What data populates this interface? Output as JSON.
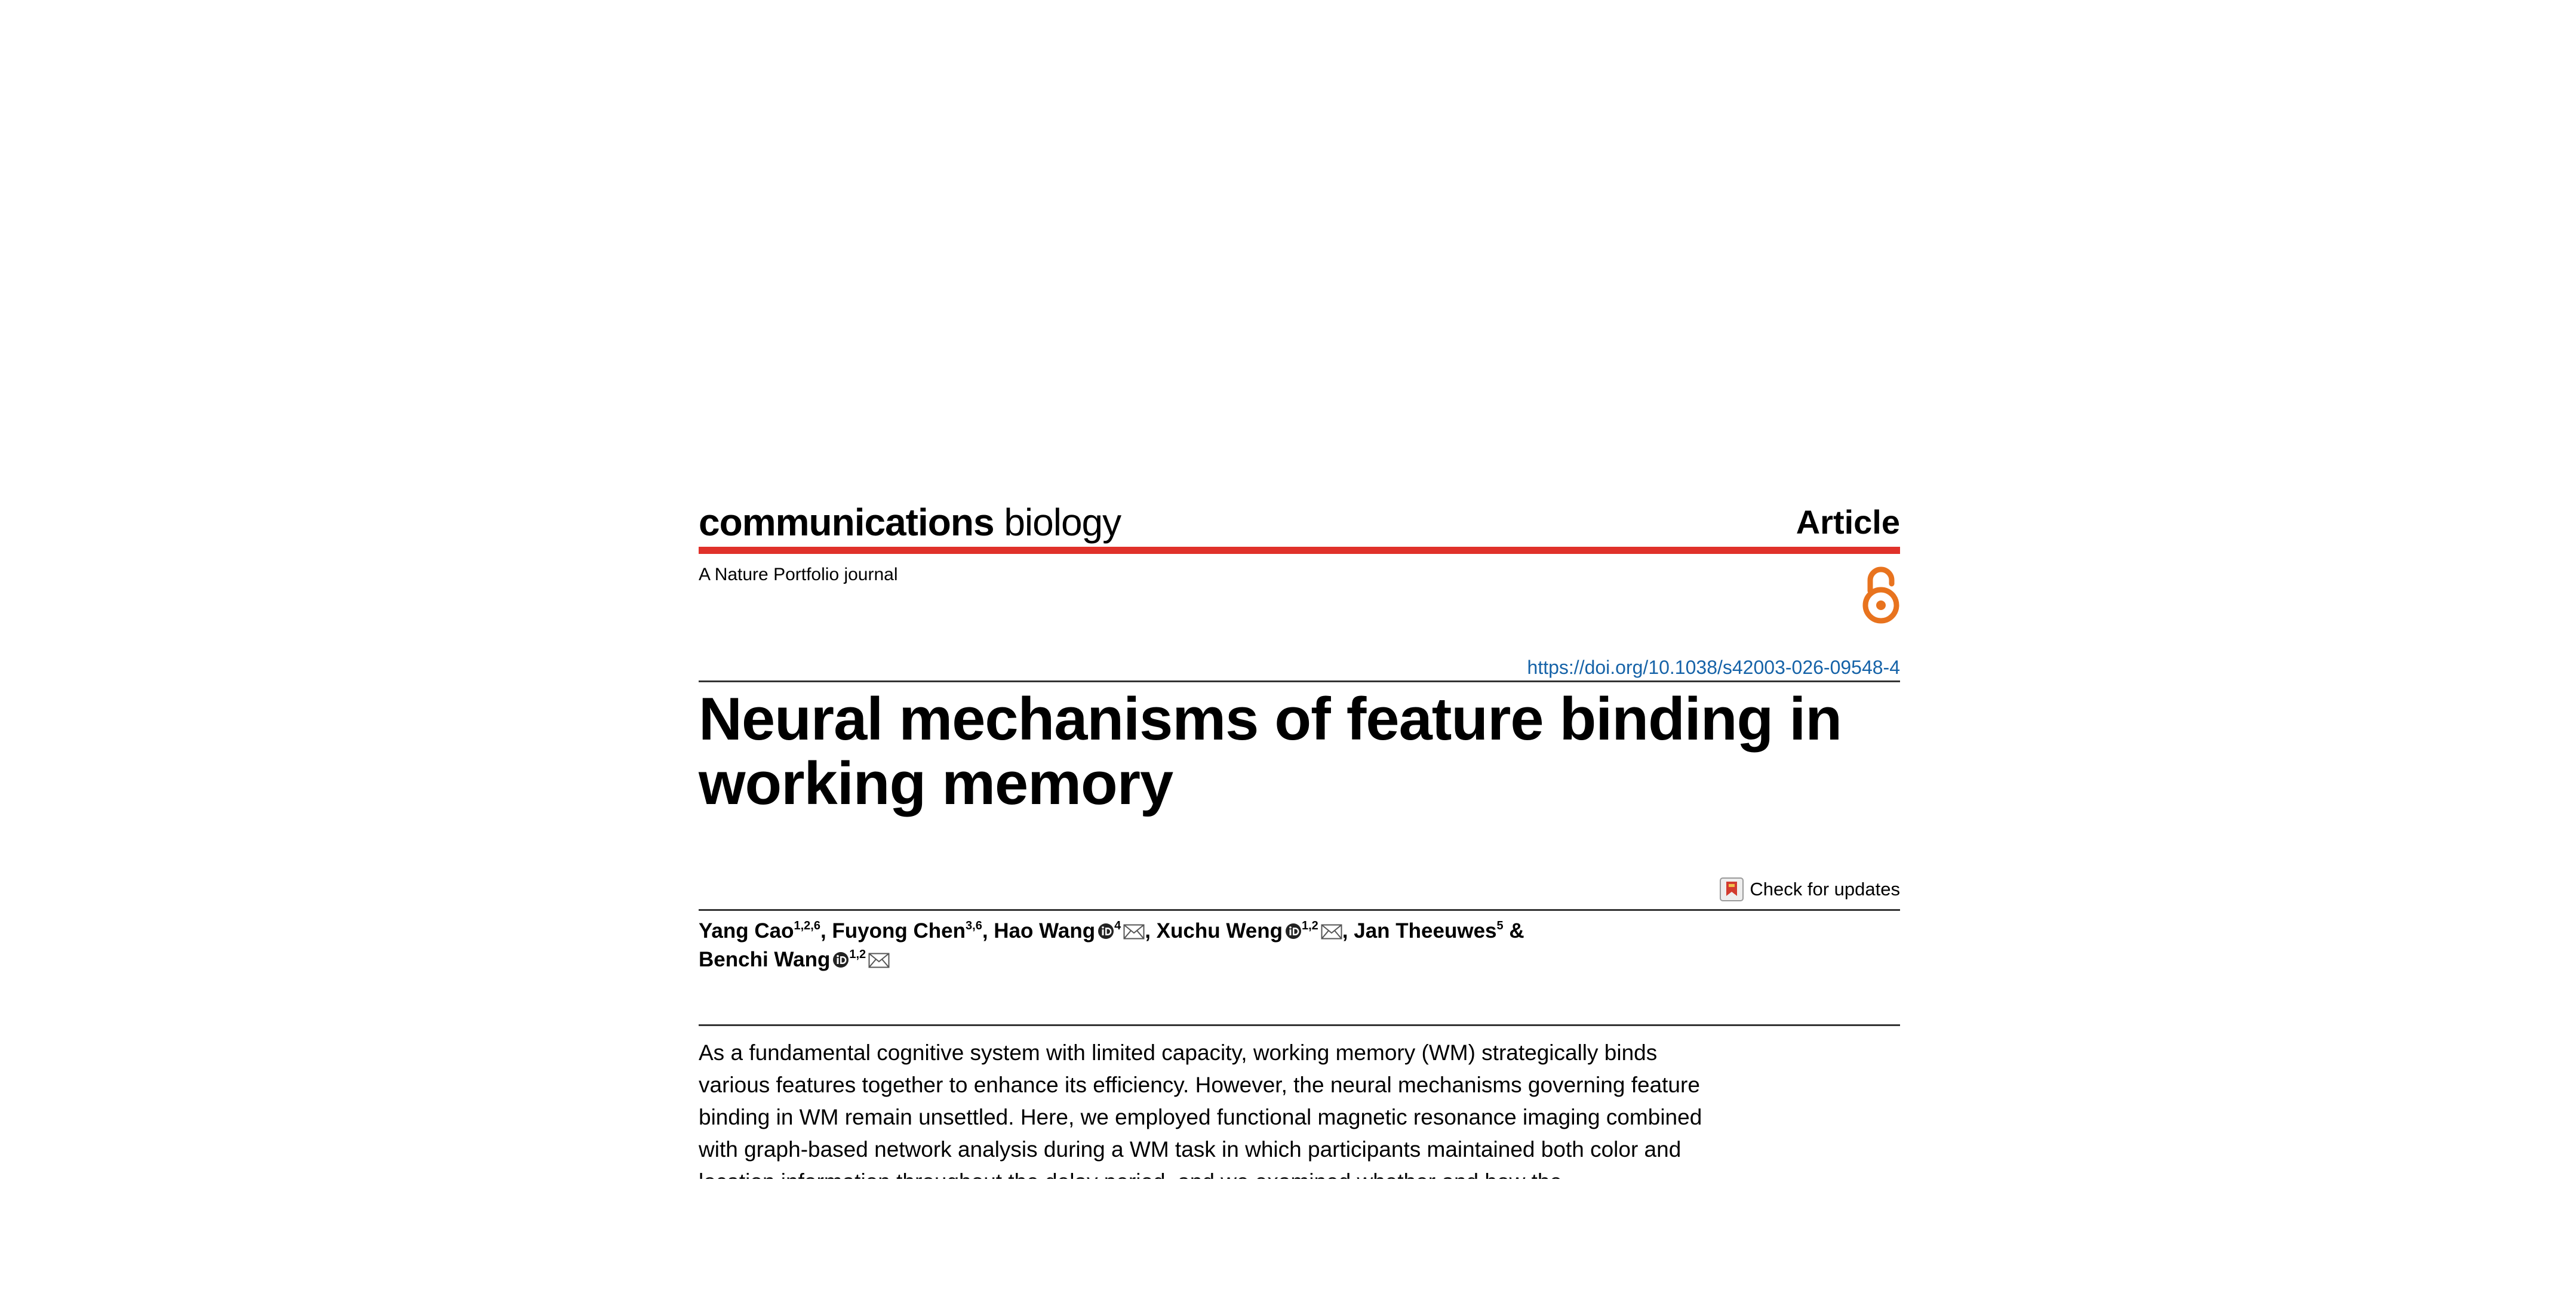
{
  "header": {
    "journal_name_bold": "communications",
    "journal_name_light": "biology",
    "article_type": "Article",
    "portfolio": "A Nature Portfolio journal",
    "open_access_icon": "open-access-icon",
    "colors": {
      "accent_red": "#e0312a",
      "doi_blue": "#1663a8",
      "open_access_orange": "#e8731e"
    }
  },
  "doi": "https://doi.org/10.1038/s42003-026-09548-4",
  "title": "Neural mechanisms of feature binding in working memory",
  "check_updates": {
    "label": "Check for updates",
    "icon": "check-for-updates-icon"
  },
  "authors": [
    {
      "name": "Yang Cao",
      "affil": "1,2,6",
      "orcid": false,
      "mail": false
    },
    {
      "name": "Fuyong Chen",
      "affil": "3,6",
      "orcid": false,
      "mail": false
    },
    {
      "name": "Hao Wang",
      "affil": "4",
      "orcid": true,
      "mail": true
    },
    {
      "name": "Xuchu Weng",
      "affil": "1,2",
      "orcid": true,
      "mail": true
    },
    {
      "name": "Jan Theeuwes",
      "affil": "5",
      "orcid": false,
      "mail": false
    },
    {
      "name": "Benchi Wang",
      "affil": "1,2",
      "orcid": true,
      "mail": true
    }
  ],
  "separators": [
    ", ",
    ", ",
    ", ",
    ", ",
    " & "
  ],
  "abstract": "As a fundamental cognitive system with limited capacity, working memory (WM) strategically binds various features together to enhance its efficiency. However, the neural mechanisms governing feature binding in WM remain unsettled. Here, we employed functional magnetic resonance imaging combined with graph-based network analysis during a WM task in which participants maintained both color and location information throughout the delay period, and we examined whether and how the"
}
